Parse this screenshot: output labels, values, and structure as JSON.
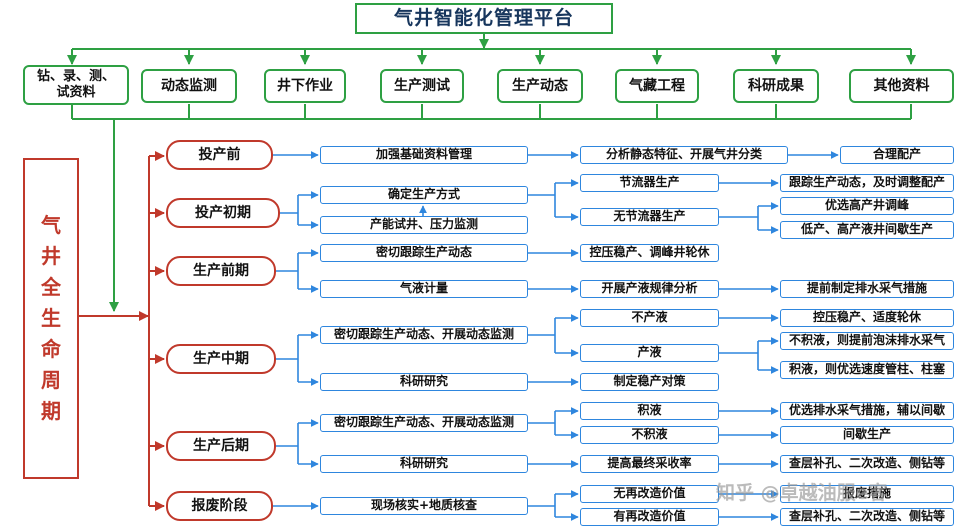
{
  "title": "气井智能化管理平台",
  "top_categories": [
    "钻、录、测、试资料",
    "动态监测",
    "井下作业",
    "生产测试",
    "生产动态",
    "气藏工程",
    "科研成果",
    "其他资料"
  ],
  "lifecycle_label": [
    "气",
    "井",
    "全",
    "生",
    "命",
    "周",
    "期"
  ],
  "stages": [
    "投产前",
    "投产初期",
    "生产前期",
    "生产中期",
    "生产后期",
    "报废阶段"
  ],
  "pre_production": {
    "step1": "加强基础资料管理",
    "step2": "分析静态特征、开展气井分类",
    "step3": "合理配产"
  },
  "early": {
    "method": "确定生产方式",
    "test": "产能试井、压力监测",
    "choke": "节流器生产",
    "choke_action": "跟踪生产动态，及时调整配产",
    "no_choke": "无节流器生产",
    "no_choke_high": "优选高产井调峰",
    "no_choke_low": "低产、高产液井间歇生产"
  },
  "previous": {
    "track": "密切跟踪生产动态",
    "track_action": "控压稳产、调峰井轮休",
    "measure": "气液计量",
    "measure_analysis": "开展产液规律分析",
    "measure_action": "提前制定排水采气措施"
  },
  "middle": {
    "track": "密切跟踪生产动态、开展动态监测",
    "no_liquid": "不产液",
    "no_liquid_action": "控压稳产、适度轮休",
    "liquid": "产液",
    "liquid_no_accum": "不积液，则提前泡沫排水采气",
    "liquid_accum": "积液，则优选速度管柱、柱塞",
    "research": "科研研究",
    "research_action": "制定稳产对策"
  },
  "late": {
    "track": "密切跟踪生产动态、开展动态监测",
    "accum": "积液",
    "accum_action": "优选排水采气措施，辅以间歇",
    "no_accum": "不积液",
    "no_accum_action": "间歇生产",
    "research": "科研研究",
    "research_action": "提高最终采收率",
    "research_result": "查层补孔、二次改造、侧钻等"
  },
  "scrap": {
    "check": "现场核实+地质核查",
    "no_value": "无再改造价值",
    "no_value_action": "报废措施",
    "has_value": "有再改造价值",
    "has_value_action": "查层补孔、二次改造、侧钻等"
  },
  "watermark": "知乎 @卓越油服e客",
  "colors": {
    "green": "#2ea043",
    "blue": "#2e86de",
    "red": "#c0392b"
  }
}
